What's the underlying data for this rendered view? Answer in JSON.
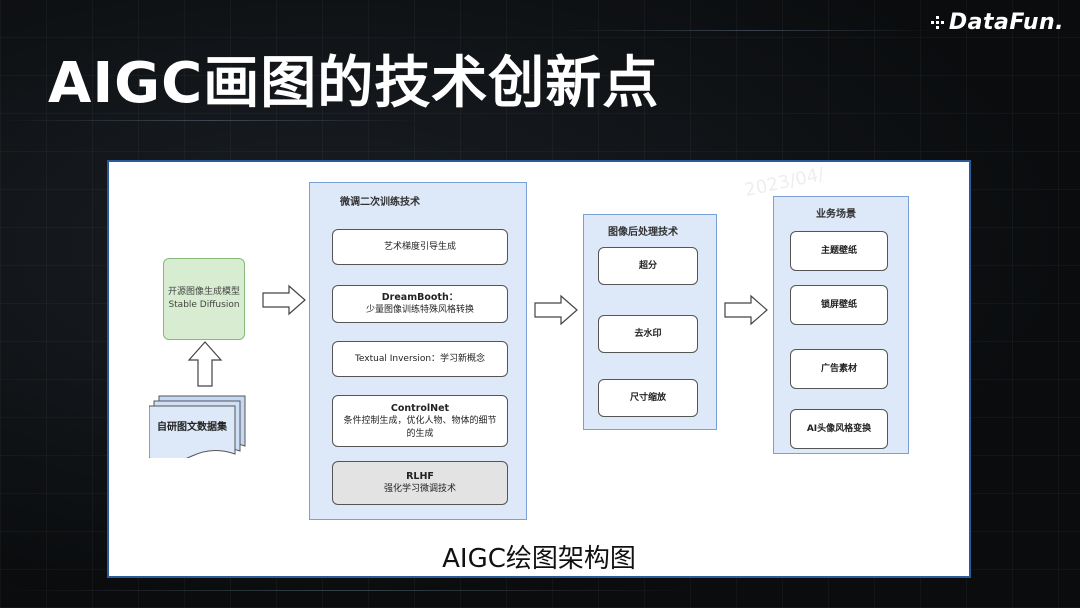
{
  "header": {
    "logo_text": "DataFun.",
    "title": "AIGC画图的技术创新点"
  },
  "diagram": {
    "source": {
      "model_line1": "开源图像生成模型",
      "model_line2": "Stable Diffusion",
      "dataset": "自研图文数据集"
    },
    "finetune": {
      "title": "微调二次训练技术",
      "items": [
        {
          "line1": "艺术梯度引导生成",
          "line2": ""
        },
        {
          "line1": "DreamBooth：",
          "line2": "少量图像训练特殊风格转换"
        },
        {
          "line1": "Textual Inversion：学习新概念",
          "line2": ""
        },
        {
          "line1": "ControlNet",
          "line2": "条件控制生成，优化人物、物体的细节",
          "line3": "的生成"
        },
        {
          "line1": "RLHF",
          "line2": "强化学习微调技术"
        }
      ]
    },
    "postprocess": {
      "title": "图像后处理技术",
      "items": [
        "超分",
        "去水印",
        "尺寸缩放"
      ]
    },
    "business": {
      "title": "业务场景",
      "items": [
        "主题壁纸",
        "锁屏壁纸",
        "广告素材",
        "AI头像风格变换"
      ]
    },
    "caption": "AIGC绘图架构图"
  },
  "colors": {
    "panel_border": "#2b5a99",
    "column_fill": "#dde8f8",
    "source_fill": "#d7ecd0"
  }
}
